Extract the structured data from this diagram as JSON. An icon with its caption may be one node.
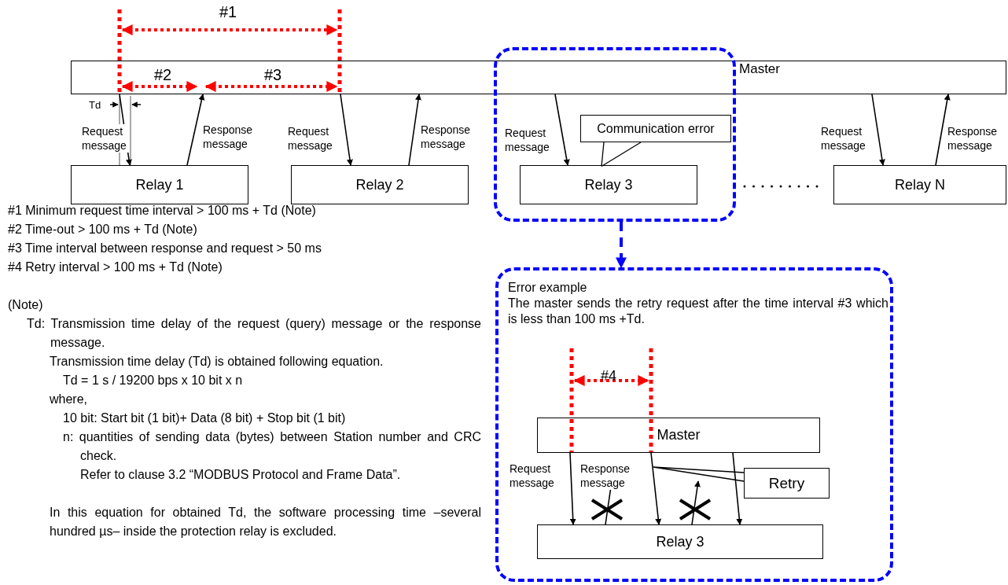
{
  "diagram": {
    "nodes": [
      {
        "text": [
          "Master"
        ]
      },
      {
        "text": [
          "Relay 1"
        ]
      },
      {
        "text": [
          "Relay 2"
        ]
      },
      {
        "text": [],
        "shape": "box"
      },
      {
        "text": [
          "Relay 3"
        ],
        "in": 3
      },
      {
        "text": [
          "Communication error"
        ],
        "in": 3
      },
      {
        "text": [
          "Relay N"
        ]
      },
      {
        "text": [
          "Error example",
          "The master sends the retry request after the time interval #3 which is less than 100 ms +Td."
        ]
      },
      {
        "text": [
          "Master"
        ],
        "in": 7
      },
      {
        "text": [
          "Retry"
        ],
        "in": 7
      },
      {
        "text": [
          "Relay 3"
        ],
        "in": 7
      }
    ],
    "edges": [
      {
        "from": 0,
        "to": 1,
        "arrow": "to",
        "label": "Request message"
      },
      {
        "from": 1,
        "to": 0,
        "arrow": "to",
        "label": "Response message"
      },
      {
        "from": 0,
        "to": 2,
        "arrow": "to",
        "label": "Request message"
      },
      {
        "from": 2,
        "to": 0,
        "arrow": "to",
        "label": "Response message"
      },
      {
        "from": 0,
        "to": 4,
        "arrow": "to",
        "label": "Request message"
      },
      {
        "from": 5,
        "to": 4,
        "arrow": "none"
      },
      {
        "from": 0,
        "to": 6,
        "arrow": "to",
        "label": "Request message"
      },
      {
        "from": 6,
        "to": 0,
        "arrow": "to",
        "label": "Response message"
      },
      {
        "from": 3,
        "to": 7,
        "arrow": "to",
        "style": "dashed",
        "color": "#0000ff"
      },
      {
        "from": 8,
        "to": 10,
        "arrow": "to",
        "label": "Request message"
      },
      {
        "from": 10,
        "to": null,
        "arrow": "to",
        "label": "Response message"
      },
      {
        "from": 8,
        "to": 10,
        "arrow": "to"
      },
      {
        "from": 10,
        "to": null,
        "arrow": "to"
      },
      {
        "from": 8,
        "to": 10,
        "arrow": "to"
      },
      {
        "from": 9,
        "to": null,
        "arrow": "none"
      }
    ],
    "labels": [
      "#1",
      "#2",
      "#3",
      "Td",
      "#1 Minimum request time interval > 100 ms + Td (Note)",
      "#2 Time-out > 100 ms + Td (Note)",
      "#3 Time interval between response and request > 50 ms",
      "#4 Retry interval > 100 ms + Td (Note)",
      "(Note)",
      "Td: Transmission time delay of the request (query) message or the response message.",
      "Transmission time delay (Td) is obtained following equation.",
      "Td = 1 s / 19200 bps x 10 bit x n",
      "where,",
      "10 bit: Start bit (1 bit)+ Data (8 bit) + Stop bit (1 bit)",
      "n: quantities of sending data (bytes) between Station number and CRC check.",
      "Refer to clause 3.2 “MODBUS Protocol and Frame Data”.",
      "In this equation for obtained Td, the software processing time –several hundred µs– inside the protection relay is excluded.",
      "#4"
    ]
  }
}
